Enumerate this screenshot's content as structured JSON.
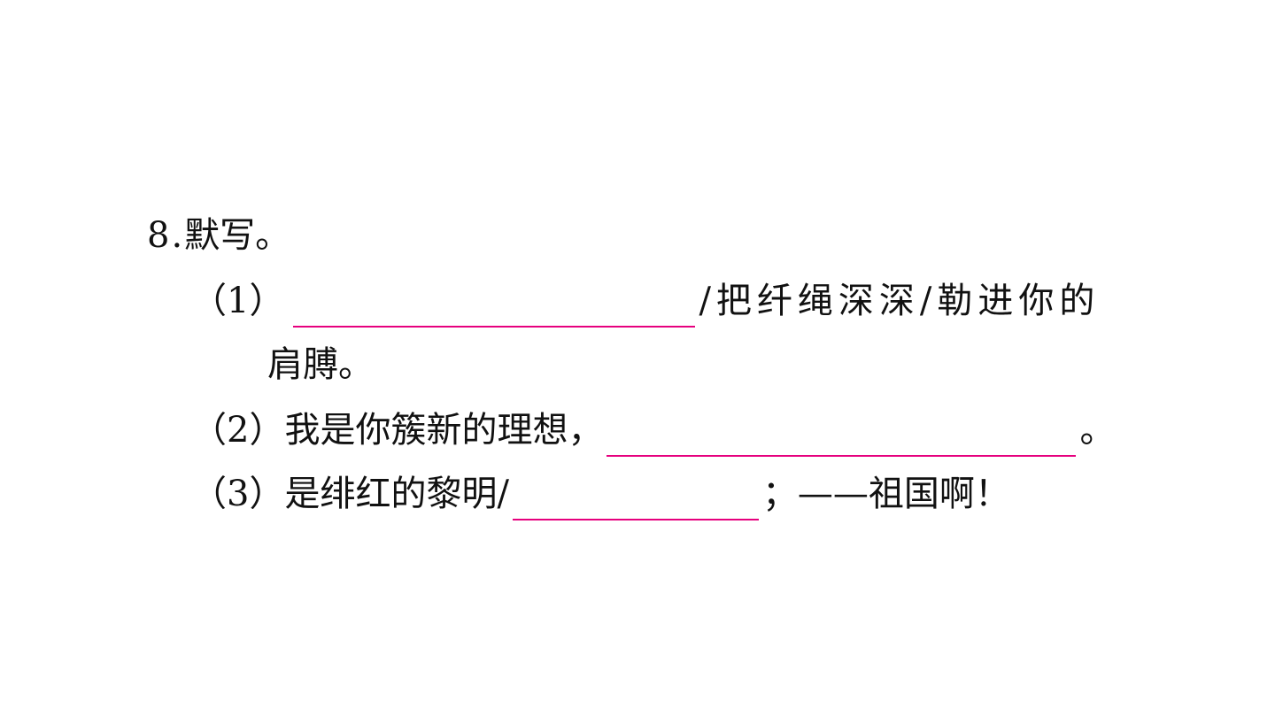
{
  "question": {
    "number": "8.",
    "title": "默写。"
  },
  "items": [
    {
      "label": "（1）",
      "after_blank": "/把纤绳深深/勒进你的",
      "continuation": "肩膊。"
    },
    {
      "label": "（2）",
      "before_blank": "我是你簇新的理想，",
      "after_blank": "。"
    },
    {
      "label": "（3）",
      "before_blank": "是绯红的黎明/",
      "after_blank": "；——祖国啊！"
    }
  ],
  "colors": {
    "blank_underline": "#e6007e",
    "text": "#111111"
  }
}
